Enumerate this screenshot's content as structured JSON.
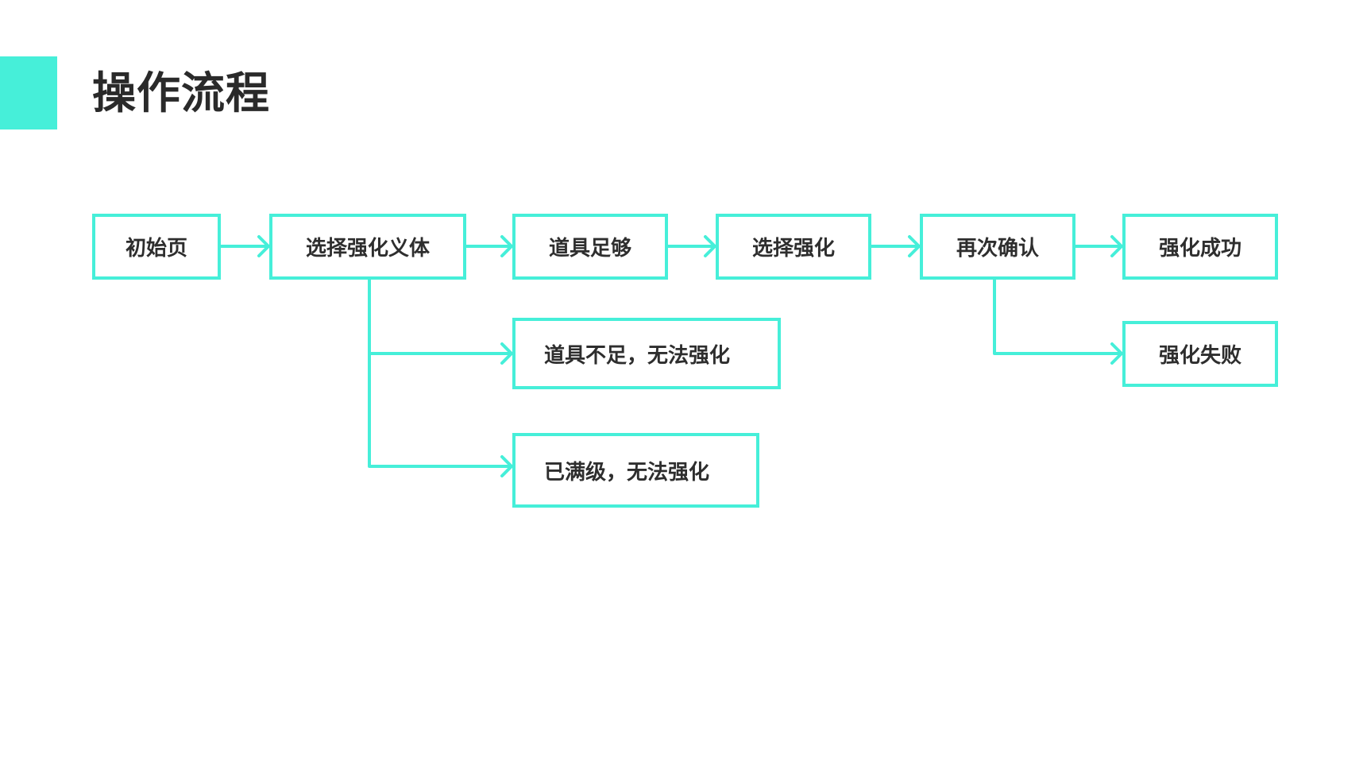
{
  "page": {
    "title": "操作流程"
  },
  "colors": {
    "accent": "#46efd9",
    "title_text": "#2a2a2a",
    "node_text": "#2e2e2e",
    "background": "#ffffff"
  },
  "flow": {
    "nodes": {
      "initial_page": "初始页",
      "select_enhance_body": "选择强化义体",
      "items_sufficient": "道具足够",
      "select_enhance": "选择强化",
      "confirm_again": "再次确认",
      "enhance_success": "强化成功",
      "items_insufficient": "道具不足，无法强化",
      "max_level": "已满级，无法强化",
      "enhance_failed": "强化失败"
    },
    "edges": [
      {
        "from": "initial_page",
        "to": "select_enhance_body"
      },
      {
        "from": "select_enhance_body",
        "to": "items_sufficient"
      },
      {
        "from": "items_sufficient",
        "to": "select_enhance"
      },
      {
        "from": "select_enhance",
        "to": "confirm_again"
      },
      {
        "from": "confirm_again",
        "to": "enhance_success"
      },
      {
        "from": "select_enhance_body",
        "to": "items_insufficient"
      },
      {
        "from": "select_enhance_body",
        "to": "max_level"
      },
      {
        "from": "confirm_again",
        "to": "enhance_failed"
      }
    ]
  }
}
